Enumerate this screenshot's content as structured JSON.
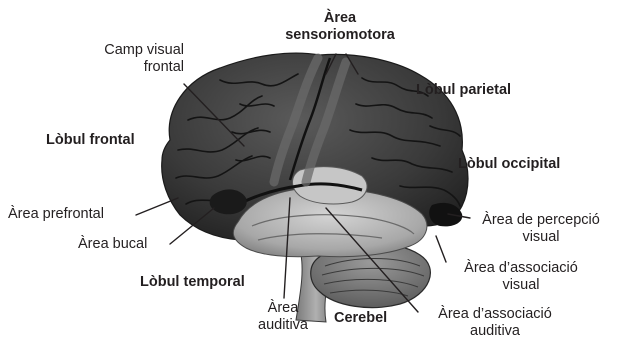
{
  "labels": {
    "area_sensoriomotora": [
      "Àrea",
      "sensoriomotora"
    ],
    "camp_visual_frontal": [
      "Camp visual",
      "frontal"
    ],
    "lobul_parietal": "Lòbul parietal",
    "lobul_frontal": "Lòbul frontal",
    "lobul_occipital": "Lòbul occipital",
    "area_prefrontal": "Àrea prefrontal",
    "area_de_percepcio_visual": [
      "Àrea de percepció",
      "visual"
    ],
    "area_bucal": "Àrea bucal",
    "area_dassociacio_visual": [
      "Àrea d’associació",
      "visual"
    ],
    "lobul_temporal": "Lòbul temporal",
    "area_auditiva": [
      "Àrea",
      "auditiva"
    ],
    "cerebel": "Cerebel",
    "area_dassociacio_auditiva": [
      "Àrea d’associació",
      "auditiva"
    ]
  },
  "colors": {
    "text": "#231f20",
    "leader_line": "#231f20",
    "cortex_dark": "#2b2b2b",
    "cortex_mid": "#5e5e5e",
    "temporal_light": "#a9a9a9",
    "insula_light": "#c8c8c8",
    "cerebellum": "#7a7a7a",
    "brainstem": "#8c8c8c"
  }
}
